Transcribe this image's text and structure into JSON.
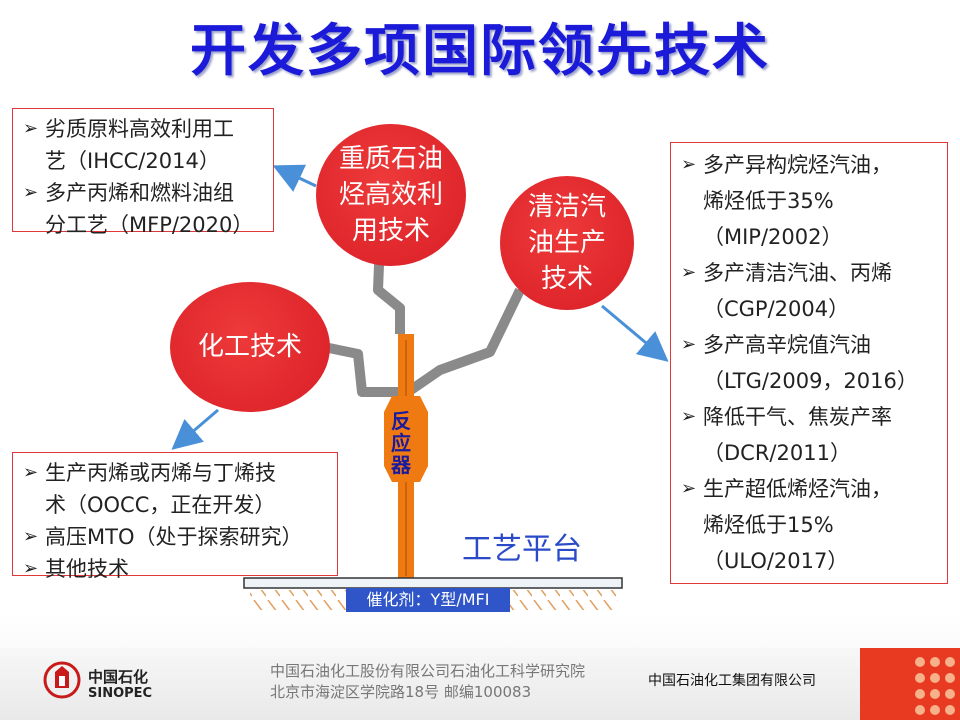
{
  "title": "开发多项国际领先技术",
  "box_top_left": {
    "items": [
      {
        "lines": [
          "劣质原料高效利用工",
          "艺（IHCC/2014）"
        ]
      },
      {
        "lines": [
          "多产丙烯和燃料油组",
          "分工艺（MFP/2020）"
        ]
      }
    ]
  },
  "box_right": {
    "items": [
      {
        "lines": [
          "多产异构烷烃汽油，",
          "烯烃低于35%",
          "（MIP/2002）"
        ]
      },
      {
        "lines": [
          "多产清洁汽油、丙烯",
          "（CGP/2004）"
        ]
      },
      {
        "lines": [
          "多产高辛烷值汽油",
          "（LTG/2009，2016）"
        ]
      },
      {
        "lines": [
          "降低干气、焦炭产率",
          "（DCR/2011）"
        ]
      },
      {
        "lines": [
          "生产超低烯烃汽油，",
          "烯烃低于15%",
          "（ULO/2017）"
        ]
      }
    ]
  },
  "box_bottom_left": {
    "items": [
      {
        "lines": [
          "生产丙烯或丙烯与丁烯技",
          "术（OOCC，正在开发）"
        ]
      },
      {
        "lines": [
          "高压MTO（处于探索研究）"
        ]
      },
      {
        "lines": [
          "其他技术"
        ]
      }
    ]
  },
  "circles": {
    "heavy_oil": "重质石油\n烃高效利\n用技术",
    "clean_gasoline": "清洁汽\n油生产\n技术",
    "chemical": "化工技术"
  },
  "reactor_label": "反\n应\n器",
  "platform_label": "工艺平台",
  "catalyst_label": "催化剂：Y型/MFI",
  "footer": {
    "logo_cn": "中国石化",
    "logo_en": "SINOPEC",
    "line1": "中国石油化工股份有限公司石油化工科学研究院",
    "line2": "北京市海淀区学院路18号   邮编100083",
    "right": "中国石油化工集团有限公司"
  },
  "colors": {
    "title": "#1a1ad8",
    "circle": "#dd2229",
    "box_border": "#e03838",
    "pipe": "#f07a12",
    "branch": "#8a8a8a",
    "arrow": "#4a90d8",
    "platform_text": "#2a4ac8",
    "catalyst_bg": "#2f55c8"
  },
  "icons": {
    "bullet": "arrow-right-bullet-icon",
    "logo": "sinopec-logo-icon"
  }
}
